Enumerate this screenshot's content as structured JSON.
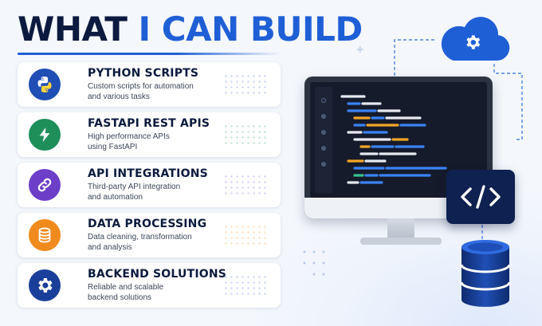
{
  "header": {
    "title_part1": "WHAT",
    "title_part2": "I CAN BUILD"
  },
  "services": [
    {
      "title": "PYTHON SCRIPTS",
      "desc_line1": "Custom scripts for automation",
      "desc_line2": "and various tasks",
      "icon": "python-logo-icon",
      "color": "#1f4fb5"
    },
    {
      "title": "FASTAPI REST APIS",
      "desc_line1": "High performance APIs",
      "desc_line2": "using FastAPI",
      "icon": "lightning-bolt-icon",
      "color": "#1f8f5a"
    },
    {
      "title": "API INTEGRATIONS",
      "desc_line1": "Third-party API integration",
      "desc_line2": "and automation",
      "icon": "link-chain-icon",
      "color": "#6d3fc9"
    },
    {
      "title": "DATA PROCESSING",
      "desc_line1": "Data cleaning, transformation",
      "desc_line2": "and analysis",
      "icon": "database-stack-icon",
      "color": "#f08a1c"
    },
    {
      "title": "BACKEND SOLUTIONS",
      "desc_line1": "Reliable and scalable",
      "desc_line2": "backend solutions",
      "icon": "gear-icon",
      "color": "#1a3f9a"
    }
  ],
  "illustration": {
    "code_tile_glyph": "</>",
    "cloud_icon": "cloud-gear-icon",
    "database_icon": "database-icon"
  }
}
